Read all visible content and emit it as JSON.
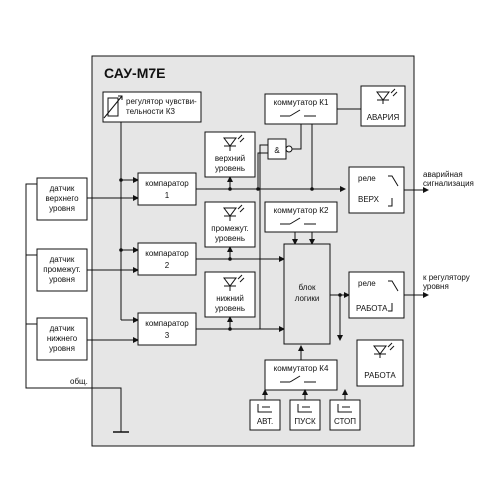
{
  "device": {
    "title": "САУ-М7Е"
  },
  "sensors": {
    "upper": [
      "датчик",
      "верхнего",
      "уровня"
    ],
    "middle": [
      "датчик",
      "промежут.",
      "уровня"
    ],
    "lower": [
      "датчик",
      "нижнего",
      "уровня"
    ]
  },
  "common_label": "общ.",
  "regulator": [
    "регулятор чувстви-",
    "тельности К3"
  ],
  "comparators": {
    "c1": [
      "компаратор",
      "1"
    ],
    "c2": [
      "компаратор",
      "2"
    ],
    "c3": [
      "компаратор",
      "3"
    ]
  },
  "indicators": {
    "upper": [
      "верхний",
      "уровень"
    ],
    "middle": [
      "промежут.",
      "уровень"
    ],
    "lower": [
      "нижний",
      "уровень"
    ],
    "alarm": "АВАРИЯ",
    "work": "РАБОТА"
  },
  "and_gate": "&",
  "switches": {
    "k1": "коммутатор К1",
    "k2": "коммутатор К2",
    "k4": "коммутатор К4"
  },
  "logic": [
    "блок",
    "логики"
  ],
  "relays": {
    "top": {
      "label": "реле",
      "name": "ВЕРХ"
    },
    "work": {
      "label": "реле",
      "name": "РАБОТА"
    }
  },
  "outputs": {
    "alarm": [
      "аварийная",
      "сигнализация"
    ],
    "regulator": [
      "к регулятору",
      "уровня"
    ]
  },
  "buttons": [
    "АВТ.",
    "ПУСК",
    "СТОП"
  ]
}
